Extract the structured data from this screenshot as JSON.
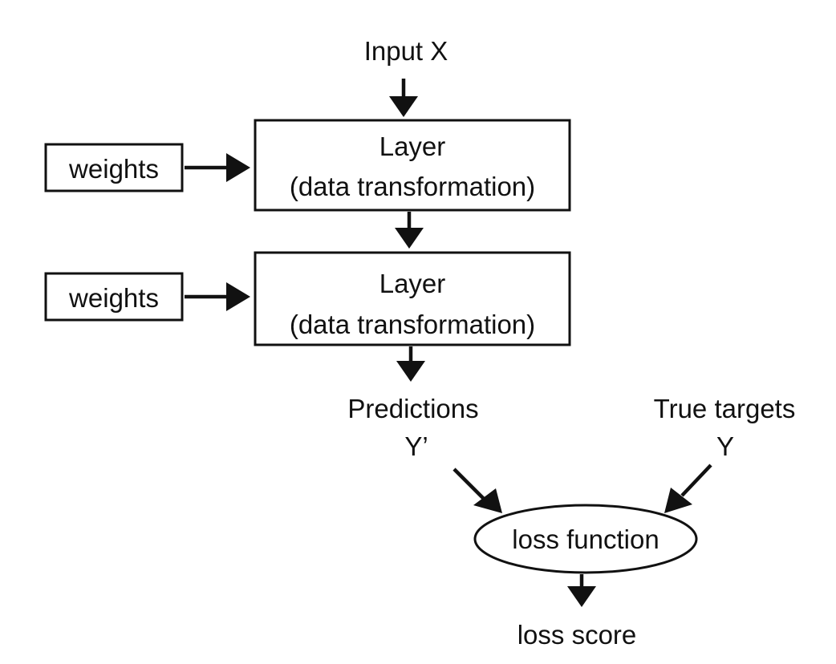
{
  "input": {
    "label": "Input X"
  },
  "layers": [
    {
      "title": "Layer",
      "subtitle": "(data transformation)",
      "weights_label": "weights"
    },
    {
      "title": "Layer",
      "subtitle": "(data transformation)",
      "weights_label": "weights"
    }
  ],
  "predictions": {
    "line1": "Predictions",
    "line2": "Y’"
  },
  "true_targets": {
    "line1": "True targets",
    "line2": "Y"
  },
  "loss_function": {
    "label": "loss function"
  },
  "loss_score": {
    "label": "loss score"
  }
}
